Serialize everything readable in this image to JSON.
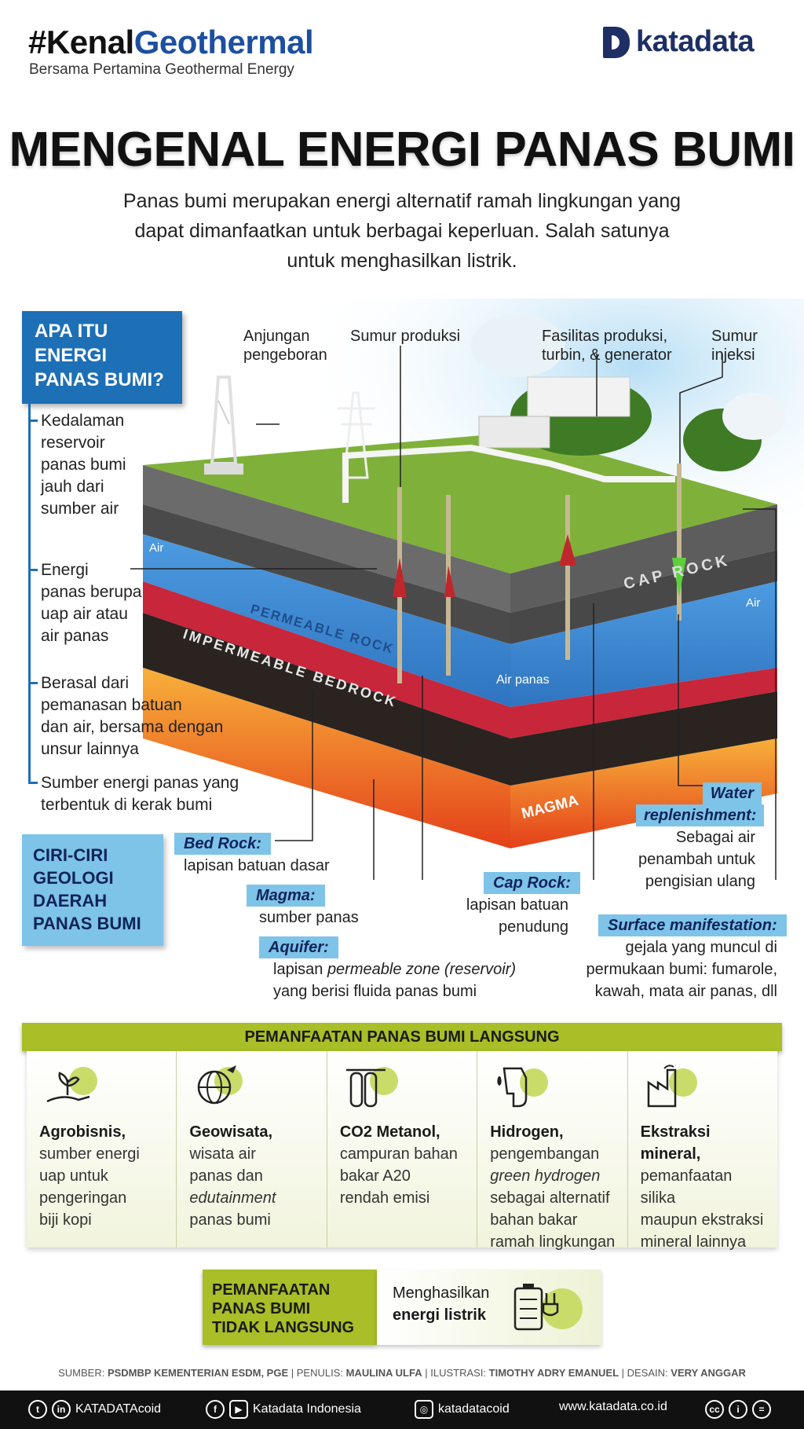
{
  "header": {
    "hashtag_a": "#Kenal",
    "hashtag_b": "Geothermal",
    "subtitle": "Bersama Pertamina Geothermal Energy",
    "logo": "katadata"
  },
  "title": "MENGENAL ENERGI PANAS BUMI",
  "lead": "Panas bumi merupakan energi alternatif ramah lingkungan yang dapat dimanfaatkan untuk berbagai keperluan. Salah satunya untuk menghasilkan listrik.",
  "apa": {
    "heading": [
      "APA ITU",
      "ENERGI",
      "PANAS BUMI?"
    ],
    "items": [
      [
        "Kedalaman",
        "reservoir",
        "panas bumi",
        "jauh dari",
        "sumber air"
      ],
      [
        "Energi",
        "panas berupa",
        "uap air atau",
        "air panas"
      ],
      [
        "Berasal dari",
        "pemanasan batuan",
        "dan air, bersama dengan",
        "unsur lainnya"
      ],
      [
        "Sumber energi panas yang",
        "terbentuk di kerak bumi"
      ]
    ]
  },
  "ciri": [
    "CIRI-CIRI",
    "GEOLOGI",
    "DAERAH",
    "PANAS BUMI"
  ],
  "diagram": {
    "top_labels": {
      "anjungan": [
        "Anjungan",
        "pengeboran"
      ],
      "sumur_produksi": "Sumur produksi",
      "fasilitas": [
        "Fasilitas produksi,",
        "turbin, & generator"
      ],
      "sumur_injeksi": [
        "Sumur",
        "injeksi"
      ]
    },
    "layers": {
      "air_left": "Air",
      "permeable": "PERMEABLE ROCK",
      "impermeable": "IMPERMEABLE BEDROCK",
      "cap": "CAP ROCK",
      "air_right": "Air",
      "air_panas": "Air panas",
      "magma": "MAGMA"
    },
    "callouts": [
      {
        "tag": "Bed Rock:",
        "desc": [
          "lapisan batuan dasar"
        ]
      },
      {
        "tag": "Magma:",
        "desc": [
          "sumber panas"
        ]
      },
      {
        "tag": "Aquifer:",
        "desc": [
          "lapisan permeable zone (reservoir)",
          "yang berisi fluida panas bumi"
        ]
      },
      {
        "tag": "Cap Rock:",
        "desc": [
          "lapisan batuan",
          "penudung"
        ]
      },
      {
        "tag": "Water replenishment:",
        "tag_lines": [
          "Water",
          "replenishment:"
        ],
        "desc": [
          "Sebagai air",
          "penambah untuk",
          "pengisian ulang"
        ]
      },
      {
        "tag": "Surface manifestation:",
        "desc": [
          "gejala yang muncul di",
          "permukaan bumi: fumarole,",
          "kawah, mata air panas, dll"
        ]
      }
    ],
    "colors": {
      "grass": "#7fb13a",
      "cap": "#4a4a4a",
      "aquifer": "#3f8fd6",
      "bedrock": "#2a2320",
      "magma": "#e85a1a"
    }
  },
  "direct": {
    "heading": "PEMANFAATAN PANAS BUMI LANGSUNG",
    "items": [
      {
        "icon": "hand-plant-icon",
        "title": "Agrobisnis,",
        "text": [
          "sumber energi",
          "uap untuk",
          "pengeringan",
          "biji kopi"
        ]
      },
      {
        "icon": "globe-plane-icon",
        "title": "Geowisata,",
        "text": [
          "wisata air",
          "panas dan",
          "edutainment",
          "panas bumi"
        ]
      },
      {
        "icon": "tanks-icon",
        "title": "CO2 Metanol,",
        "text": [
          "campuran bahan",
          "bakar A20",
          "rendah emisi"
        ]
      },
      {
        "icon": "fuel-nozzle-icon",
        "title": "Hidrogen,",
        "text": [
          "pengembangan",
          "green hydrogen",
          "sebagai alternatif",
          "bahan bakar",
          "ramah lingkungan"
        ]
      },
      {
        "icon": "factory-icon",
        "title": "Ekstraksi mineral,",
        "text": [
          "pemanfaatan silika",
          "maupun ekstraksi",
          "mineral lainnya"
        ]
      }
    ]
  },
  "indirect": {
    "heading": [
      "PEMANFAATAN",
      "PANAS BUMI",
      "TIDAK LANGSUNG"
    ],
    "text_a": "Menghasilkan",
    "text_b": "energi listrik",
    "icon": "battery-plug-icon"
  },
  "source": {
    "l1": "SUMBER: ",
    "v1": "PSDMBP KEMENTERIAN ESDM, PGE",
    "l2": " | PENULIS: ",
    "v2": "MAULINA ULFA",
    "l3": " | ILUSTRASI: ",
    "v3": "TIMOTHY ADRY EMANUEL",
    "l4": " | DESAIN: ",
    "v4": "VERY ANGGAR"
  },
  "footer": {
    "twitter": "KATADATAcoid",
    "facebook": "Katadata Indonesia",
    "instagram": "katadatacoid",
    "web": "www.katadata.co.id"
  }
}
